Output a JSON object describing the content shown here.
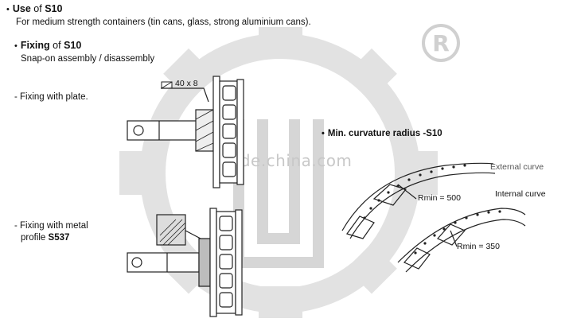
{
  "use": {
    "heading_prefix": "Use",
    "heading_of": "of",
    "heading_model": "S10",
    "description": "For medium strength containers (tin cans, glass, strong aluminium cans)."
  },
  "fixing": {
    "heading_prefix": "Fixing",
    "heading_of": "of",
    "heading_model": "S10",
    "description": "Snap-on assembly / disassembly"
  },
  "fixing_plate": {
    "label": "- Fixing with plate.",
    "dimension": "40 x 8"
  },
  "fixing_profile": {
    "label_line1": "- Fixing with metal",
    "label_line2_prefix": "profile",
    "label_line2_model": "S537"
  },
  "curvature": {
    "heading": "Min. curvature radius -S10",
    "external_label": "External curve",
    "internal_label": "Internal curve",
    "rmin_external": "Rmin = 500",
    "rmin_internal": "Rmin = 350"
  },
  "watermark": {
    "text": "trade.china.com",
    "registered": "®"
  },
  "colors": {
    "watermark_gray": "#d3d3d3",
    "line": "#222222",
    "fill_gray": "#bdbdbd"
  }
}
